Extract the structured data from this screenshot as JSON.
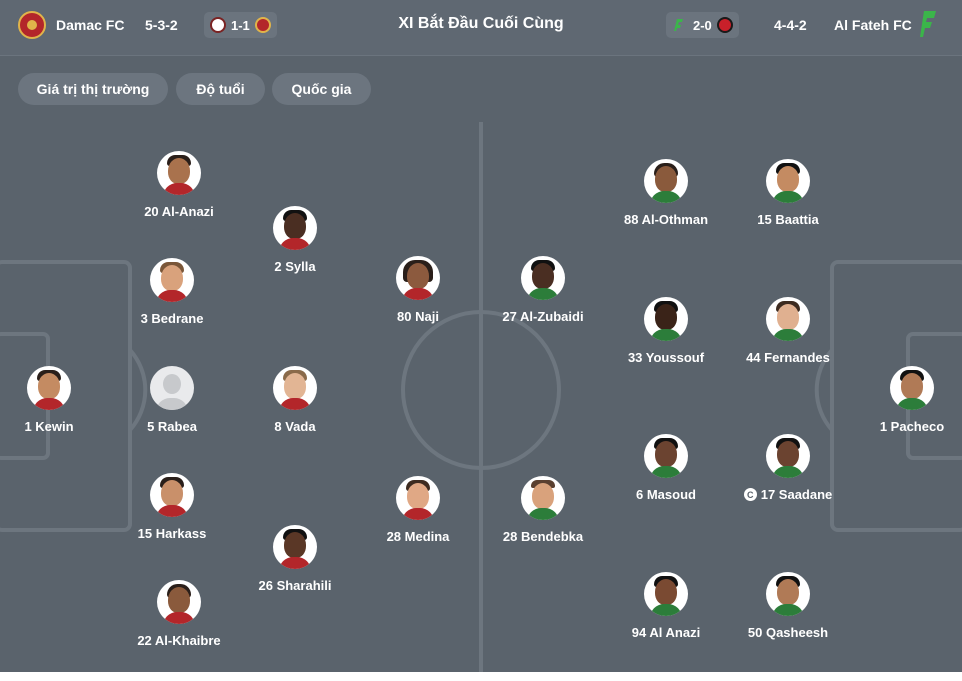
{
  "header": {
    "title": "XI Bắt Đầu Cuối Cùng",
    "home": {
      "name": "Damac FC",
      "formation": "5-3-2",
      "last_result": "1-1",
      "color": "#b3262a",
      "logo_icon": "damac-crest-icon"
    },
    "away": {
      "name": "Al Fateh FC",
      "formation": "4-4-2",
      "last_result": "2-0",
      "color": "#3bb54a",
      "logo_icon": "al-fateh-crest-icon"
    }
  },
  "filters": [
    {
      "label": "Giá trị thị trường"
    },
    {
      "label": "Độ tuổi"
    },
    {
      "label": "Quốc gia"
    }
  ],
  "home_players": [
    {
      "number": "1",
      "name": "Kewin",
      "label": "1 Kewin"
    },
    {
      "number": "20",
      "name": "Al-Anazi",
      "label": "20 Al-Anazi"
    },
    {
      "number": "3",
      "name": "Bedrane",
      "label": "3 Bedrane"
    },
    {
      "number": "5",
      "name": "Rabea",
      "label": "5 Rabea"
    },
    {
      "number": "15",
      "name": "Harkass",
      "label": "15 Harkass"
    },
    {
      "number": "22",
      "name": "Al-Khaibre",
      "label": "22 Al-Khaibre"
    },
    {
      "number": "2",
      "name": "Sylla",
      "label": "2 Sylla"
    },
    {
      "number": "8",
      "name": "Vada",
      "label": "8 Vada"
    },
    {
      "number": "26",
      "name": "Sharahili",
      "label": "26 Sharahili"
    },
    {
      "number": "80",
      "name": "Naji",
      "label": "80 Naji"
    },
    {
      "number": "28",
      "name": "Medina",
      "label": "28 Medina"
    }
  ],
  "away_players": [
    {
      "number": "27",
      "name": "Al-Zubaidi",
      "label": "27 Al-Zubaidi"
    },
    {
      "number": "28",
      "name": "Bendebka",
      "label": "28 Bendebka"
    },
    {
      "number": "88",
      "name": "Al-Othman",
      "label": "88 Al-Othman"
    },
    {
      "number": "33",
      "name": "Youssouf",
      "label": "33 Youssouf"
    },
    {
      "number": "6",
      "name": "Masoud",
      "label": "6 Masoud"
    },
    {
      "number": "94",
      "name": "Al Anazi",
      "label": "94 Al Anazi"
    },
    {
      "number": "15",
      "name": "Baattia",
      "label": "15 Baattia"
    },
    {
      "number": "44",
      "name": "Fernandes",
      "label": "44 Fernandes"
    },
    {
      "number": "17",
      "name": "Saadane",
      "label": "17 Saadane",
      "captain": true,
      "captain_icon": "captain-badge-icon"
    },
    {
      "number": "50",
      "name": "Qasheesh",
      "label": "50 Qasheesh"
    },
    {
      "number": "1",
      "name": "Pacheco",
      "label": "1 Pacheco"
    }
  ],
  "colors": {
    "pitch": "#5a636c",
    "pitch_lines": "#6d767f",
    "chip": "#6c757f",
    "text": "#ffffff"
  }
}
